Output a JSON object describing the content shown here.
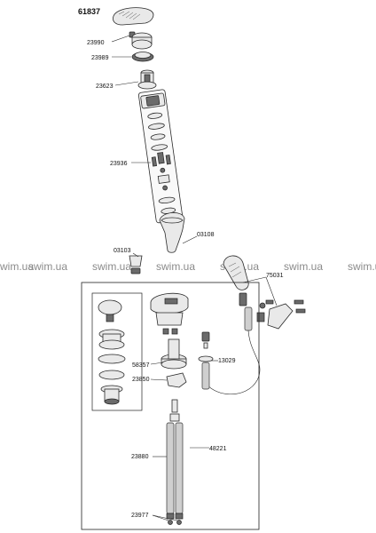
{
  "drawing": {
    "model_number": "61837",
    "watermark_text": "swim.ua",
    "part_labels": {
      "p23990": "23990",
      "p23989": "23989",
      "p23623": "23623",
      "p23936": "23936",
      "p03108": "03108",
      "p03103": "03103",
      "p75031": "75031",
      "p58357": "58357",
      "p23850": "23850",
      "p13029": "13029",
      "p48221": "48221",
      "p23880": "23880",
      "p23977": "23977"
    }
  }
}
